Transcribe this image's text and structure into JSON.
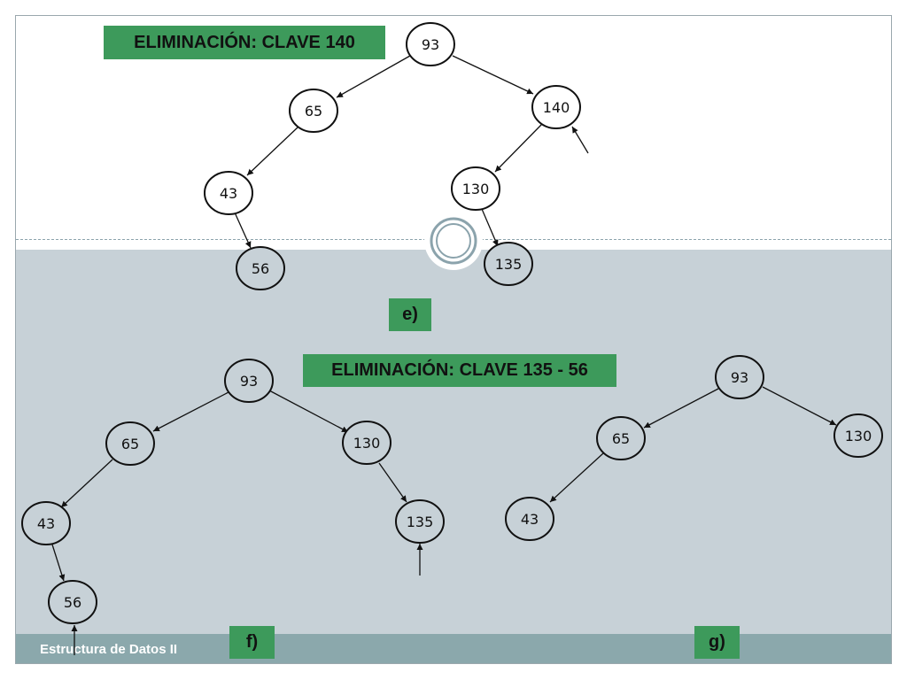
{
  "titles": {
    "top": "ELIMINACIÓN: CLAVE 140",
    "bottom": "ELIMINACIÓN: CLAVE 135 - 56"
  },
  "labels": {
    "e": "e)",
    "f": "f)",
    "g": "g)"
  },
  "footer": "Estructura de Datos II",
  "colors": {
    "accent": "#3d9a5b",
    "content_bg": "#c7d1d7",
    "footer_bg": "#8ba8ac"
  },
  "trees": {
    "e": {
      "nodes": [
        "93",
        "65",
        "140",
        "43",
        "130",
        "56",
        "135"
      ]
    },
    "f": {
      "nodes": [
        "93",
        "65",
        "130",
        "43",
        "135",
        "56"
      ]
    },
    "g": {
      "nodes": [
        "93",
        "65",
        "130",
        "43"
      ]
    }
  }
}
